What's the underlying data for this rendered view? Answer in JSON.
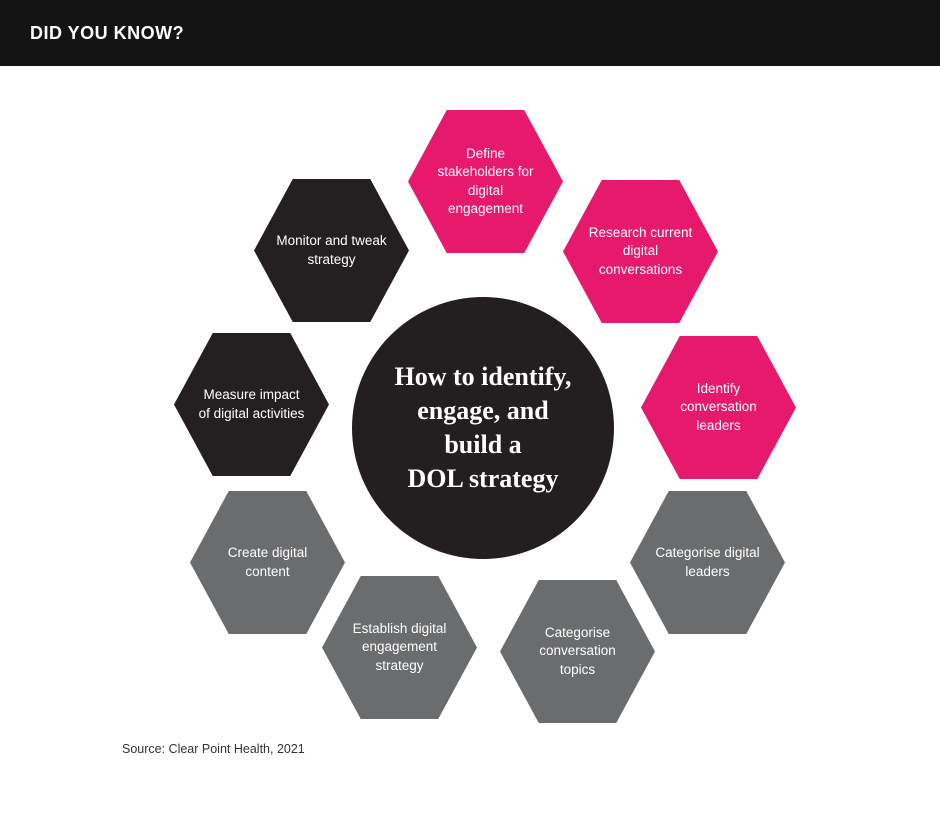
{
  "header": {
    "title": "DID YOU KNOW?"
  },
  "diagram": {
    "center": {
      "text": "How to identify,\nengage, and\nbuild a\nDOL strategy"
    },
    "hexagons": [
      {
        "label": "Define stakeholders for digital engagement",
        "color": "#e6196d"
      },
      {
        "label": "Research current digital conversations",
        "color": "#e6196d"
      },
      {
        "label": "Identify conversation leaders",
        "color": "#e6196d"
      },
      {
        "label": "Categorise digital leaders",
        "color": "#6b6c6e"
      },
      {
        "label": "Categorise conversation topics",
        "color": "#6b6c6e"
      },
      {
        "label": "Establish digital engagement strategy",
        "color": "#6b6c6e"
      },
      {
        "label": "Create digital content",
        "color": "#6b6c6e"
      },
      {
        "label": "Measure impact of digital activities",
        "color": "#242021"
      },
      {
        "label": "Monitor and tweak strategy",
        "color": "#242021"
      }
    ]
  },
  "footer": {
    "source": "Source: Clear Point Health, 2021"
  },
  "colors": {
    "bar": "#141414",
    "circle": "#231f20",
    "pink": "#e6196d",
    "gray": "#6b6c6e",
    "dark": "#242021"
  }
}
